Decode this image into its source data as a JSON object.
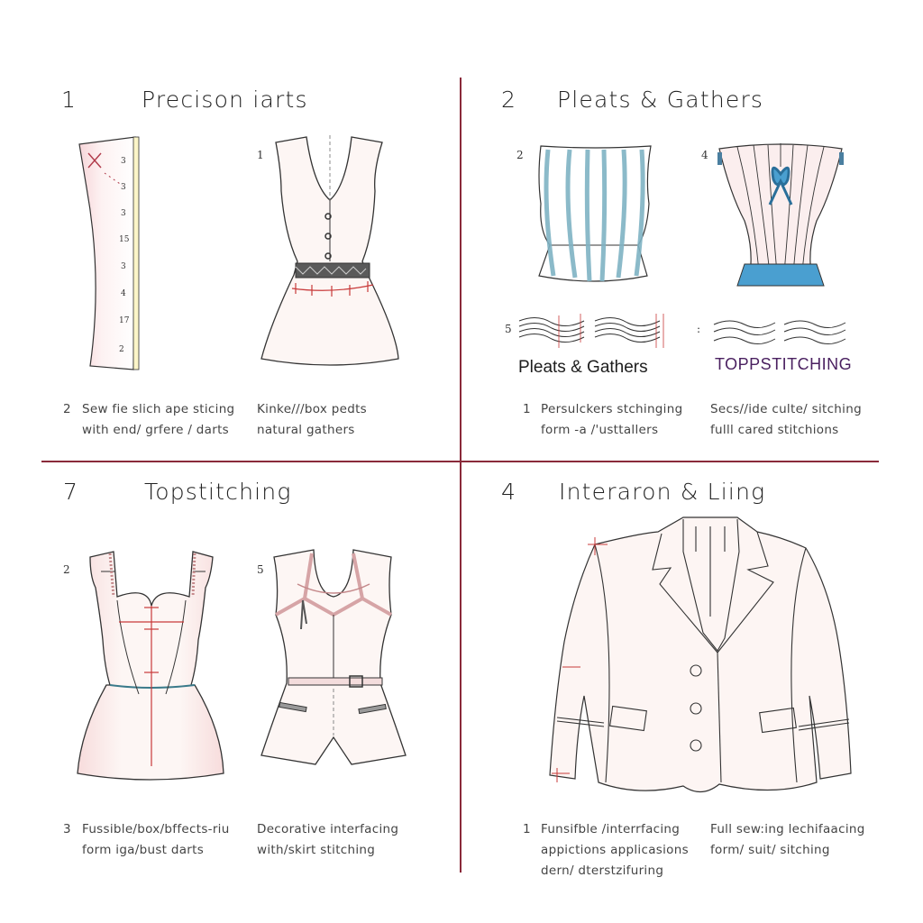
{
  "panels": [
    {
      "number": "1",
      "title": "Precison iarts",
      "figures": [
        {
          "label": "",
          "name": "pattern-piece",
          "ruler_marks": [
            "3",
            "3",
            "3",
            "15",
            "3",
            "4",
            "17",
            "2"
          ]
        },
        {
          "label": "1",
          "name": "sleeveless-dress"
        }
      ],
      "captions": [
        {
          "number": "2",
          "lines": [
            "Sew fie slich ape sticing",
            "with end/ grfere / darts"
          ]
        },
        {
          "number": "",
          "lines": [
            "Kinke///box pedts",
            "natural gathers"
          ]
        }
      ]
    },
    {
      "number": "2",
      "title": "Pleats & Gathers",
      "figures": [
        {
          "label": "2",
          "name": "striped-gathered-top"
        },
        {
          "label": "4",
          "name": "bow-corset-top"
        }
      ],
      "stitch_samples": [
        {
          "label": "5",
          "name": "Pleats & Gathers"
        },
        {
          "label": ":",
          "name": "TOPPSTITCHING"
        }
      ],
      "captions": [
        {
          "number": "1",
          "lines": [
            "Persulckers stchinging",
            "form -a /'usttallers"
          ]
        },
        {
          "number": "",
          "lines": [
            "Secs//ide culte/ sitching",
            "fulll cared stitchions"
          ]
        }
      ]
    },
    {
      "number": "7",
      "title": "Topstitching",
      "figures": [
        {
          "label": "2",
          "name": "sweetheart-peplum-top"
        },
        {
          "label": "5",
          "name": "belted-romper"
        }
      ],
      "captions": [
        {
          "number": "3",
          "lines": [
            "Fussible/box/bffects-riu",
            "form iga/bust darts"
          ]
        },
        {
          "number": "",
          "lines": [
            "Decorative interfacing",
            "with/skirt stitching"
          ]
        }
      ]
    },
    {
      "number": "4",
      "title": "Interaron & Liing",
      "figures": [
        {
          "label": "",
          "name": "tailored-blazer"
        }
      ],
      "captions": [
        {
          "number": "1",
          "lines": [
            "Funsifble /interrfacing",
            "appictions applicasions",
            "dern/ dterstzifuring"
          ]
        },
        {
          "number": "",
          "lines": [
            "Full sew:ing lechifaacing",
            "form/ suit/ sitching"
          ]
        }
      ]
    }
  ],
  "colors": {
    "divider": "#8a2a3a",
    "stitch_red": "#c83a3a",
    "accent_blue": "#4a9fd0",
    "fabric_pink": "#fbeeee",
    "outline": "#333333",
    "topstitch_label": "#4a2060"
  }
}
